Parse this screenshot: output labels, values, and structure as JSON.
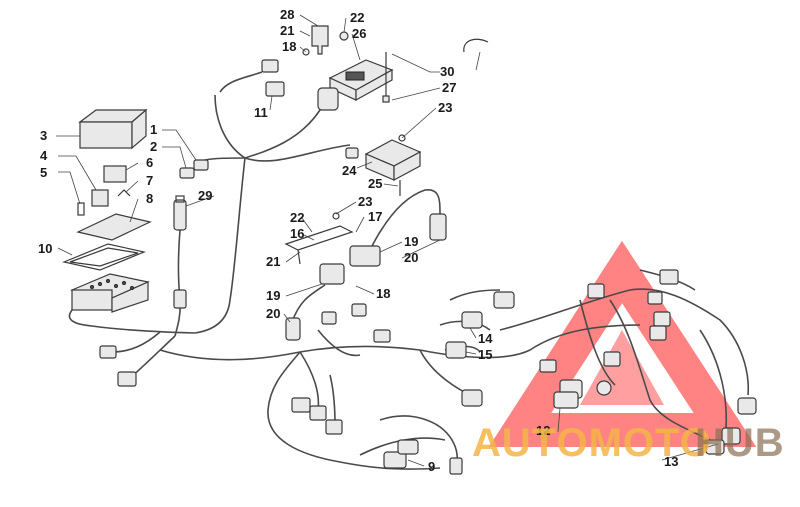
{
  "callouts": {
    "c1": "1",
    "c2": "2",
    "c3": "3",
    "c4": "4",
    "c5": "5",
    "c6": "6",
    "c7": "7",
    "c8": "8",
    "c9": "9",
    "c10": "10",
    "c11": "11",
    "c12": "12",
    "c13": "13",
    "c14": "14",
    "c15": "15",
    "c16": "16",
    "c17": "17",
    "c18a": "18",
    "c18b": "18",
    "c19a": "19",
    "c19b": "19",
    "c20a": "20",
    "c20b": "20",
    "c21a": "21",
    "c21b": "21",
    "c22a": "22",
    "c22b": "22",
    "c23a": "23",
    "c23b": "23",
    "c24": "24",
    "c25": "25",
    "c26": "26",
    "c27": "27",
    "c28": "28",
    "c29": "29",
    "c30": "30"
  },
  "watermark": {
    "brand_part1": "AUTOMOTO",
    "brand_part2": "HUB",
    "colors": {
      "triangle": "#ff1d1d",
      "auto_text": "#f4b547",
      "hub_text": "#8b6f55"
    }
  },
  "colors": {
    "line": "#3a3a3a",
    "background": "#ffffff"
  }
}
